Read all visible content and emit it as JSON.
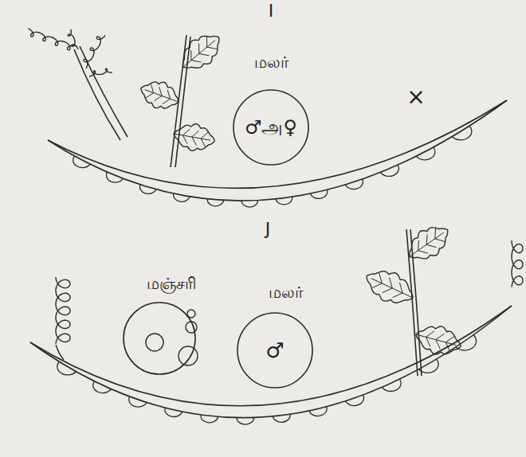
{
  "diagram": {
    "nodes": [
      {
        "text": [
          "மலர்",
          "♂அ♀"
        ]
      },
      {
        "text": [
          "மஞ்சரி"
        ]
      },
      {
        "text": [
          "மலர்",
          "♂"
        ]
      }
    ],
    "labels": [
      "I",
      "×",
      "J"
    ]
  }
}
